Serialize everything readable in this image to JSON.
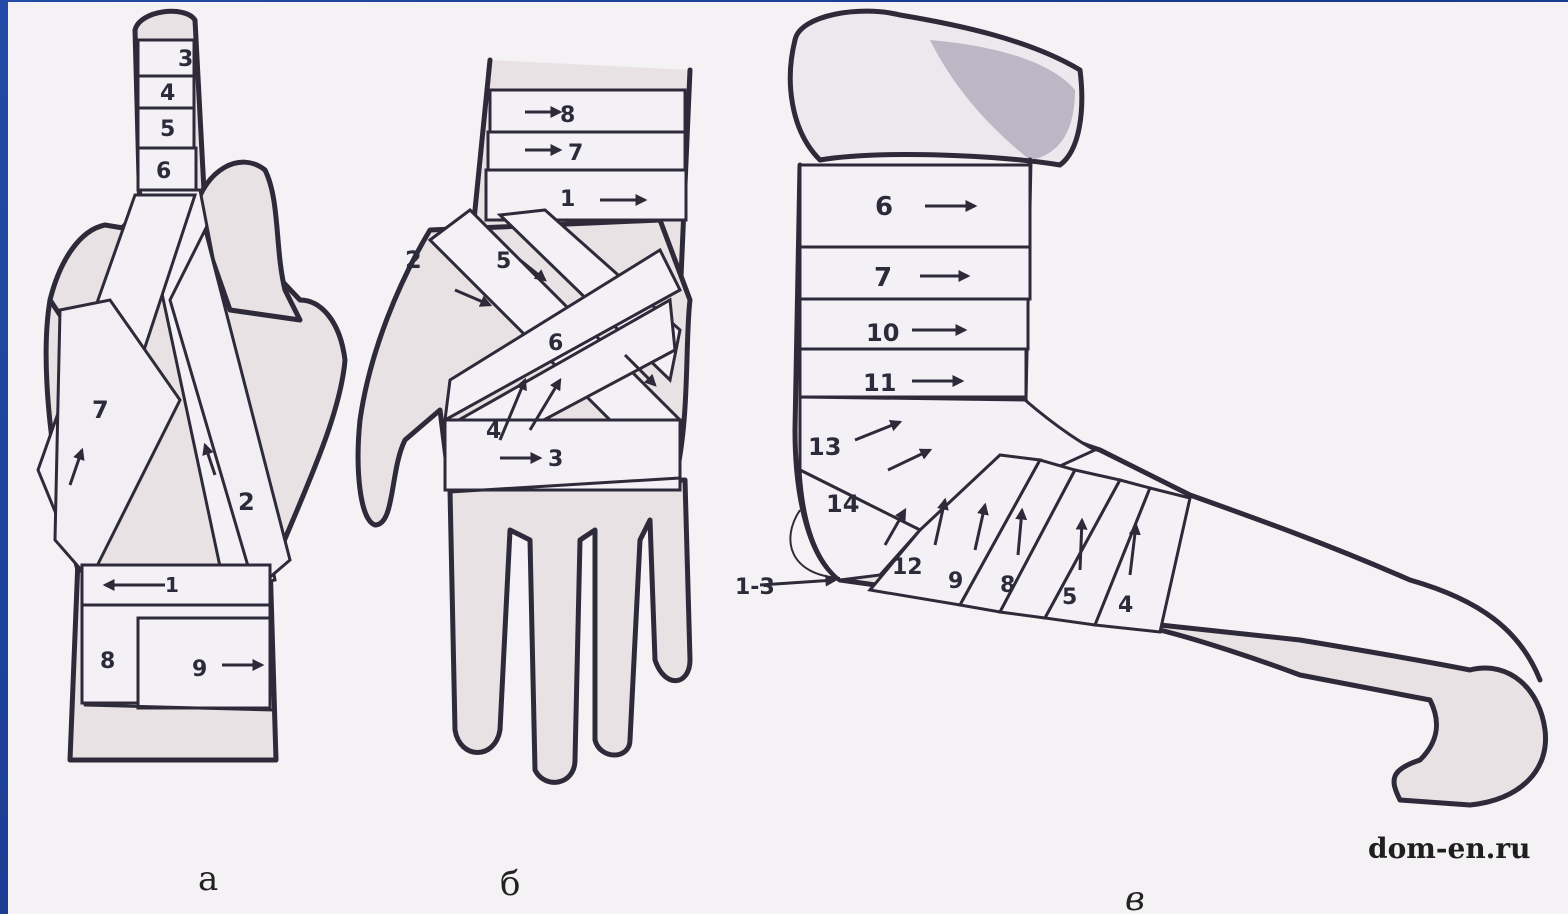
{
  "panels": {
    "a": {
      "caption": "а",
      "labels": [
        "3",
        "4",
        "5",
        "6",
        "7",
        "2",
        "1",
        "8",
        "9"
      ]
    },
    "b": {
      "caption": "б",
      "labels": [
        "8",
        "7",
        "1",
        "2",
        "5",
        "6",
        "4",
        "3"
      ]
    },
    "c": {
      "caption": "в",
      "labels": [
        "6",
        "7",
        "10",
        "11",
        "13",
        "14",
        "1-3",
        "12",
        "9",
        "8",
        "5",
        "4"
      ]
    }
  },
  "watermark": "dom-en.ru"
}
